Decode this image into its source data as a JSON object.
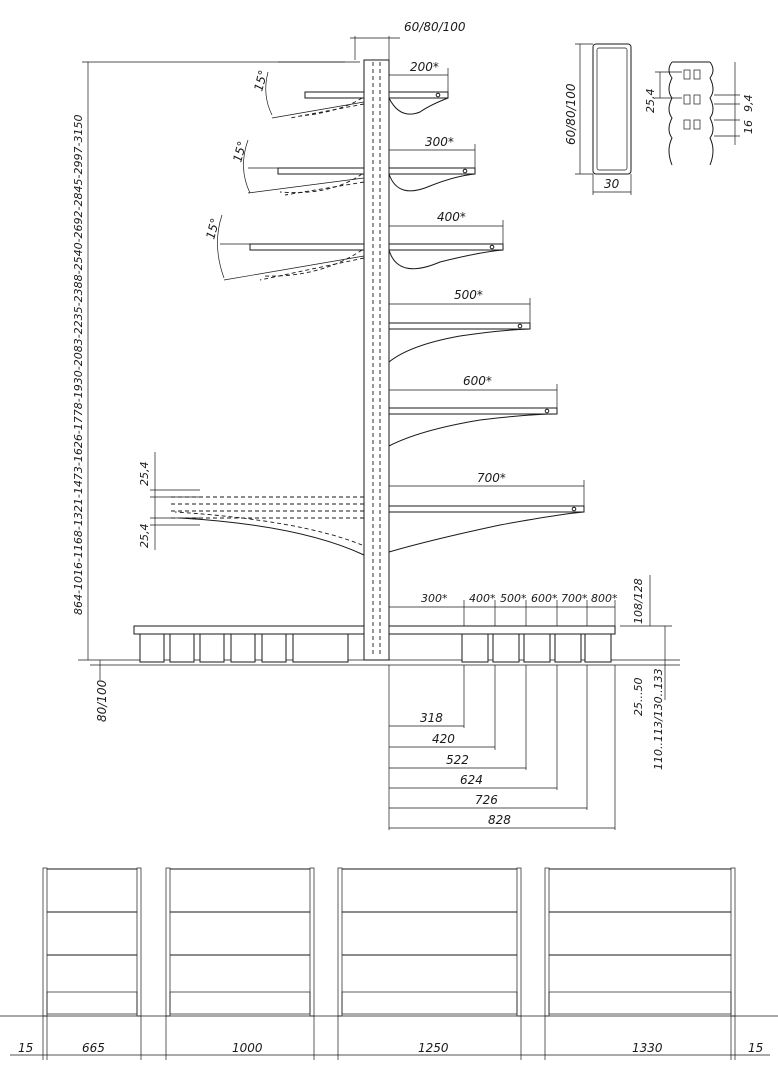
{
  "column": {
    "width_label": "60/80/100",
    "height_label": "864-1016-1168-1321-1473-1626-1778-1930-2083-2235-2388-2540-2692-2845-2997-3150",
    "base_height_label": "80/100"
  },
  "section_detail": {
    "height_label": "60/80/100",
    "width_label": "30"
  },
  "perforation_detail": {
    "pitch_label": "25,4",
    "slot_label": "9,4",
    "gap_label": "16"
  },
  "arms": [
    {
      "label": "200*"
    },
    {
      "label": "300*"
    },
    {
      "label": "400*"
    },
    {
      "label": "500*"
    },
    {
      "label": "600*"
    },
    {
      "label": "700*"
    }
  ],
  "angle_label": "15°",
  "pitch_label": "25,4",
  "base": {
    "sizes": [
      "300*",
      "400*",
      "500*",
      "600*",
      "700*",
      "800*"
    ],
    "height_label": "108/128",
    "adjust_label": "25...50",
    "foot_label": "110..113/130..133",
    "depths": [
      "318",
      "420",
      "522",
      "624",
      "726",
      "828"
    ]
  },
  "front_view": {
    "widths": [
      "665",
      "1000",
      "1250",
      "1330"
    ],
    "edge_left": "15",
    "edge_right": "15"
  }
}
